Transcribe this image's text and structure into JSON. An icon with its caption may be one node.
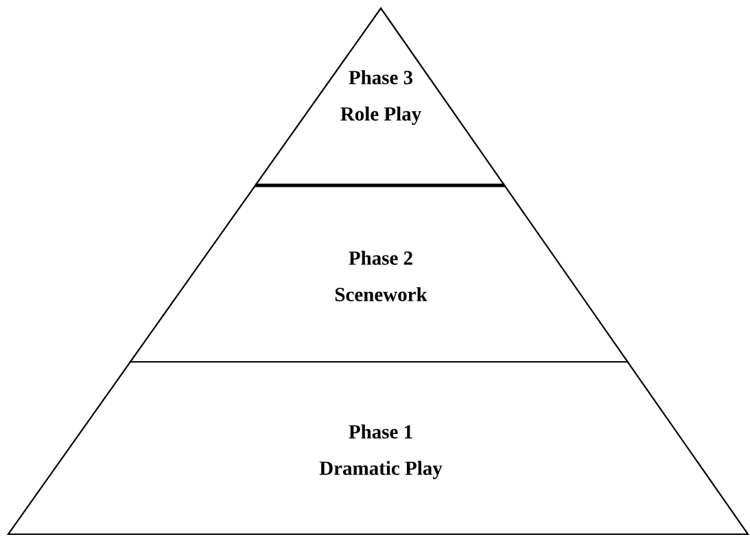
{
  "diagram": {
    "nodes": [
      {
        "text": [
          "Phase 3",
          "Role Play"
        ]
      },
      {
        "text": [
          "Phase 2",
          "Scenework"
        ]
      },
      {
        "text": [
          "Phase 1",
          "Dramatic Play"
        ]
      }
    ]
  }
}
